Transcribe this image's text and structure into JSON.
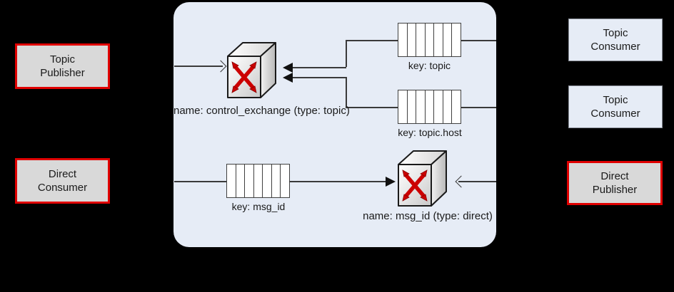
{
  "diagram": {
    "background_color": "#000000",
    "broker_panel": {
      "fill_color": "#e6ecf6"
    },
    "endpoints": [
      {
        "id": "topic-publisher",
        "line1": "Topic",
        "line2": "Publisher",
        "style": "red",
        "border_color": "#e00000",
        "fill_color": "#d9d9d9"
      },
      {
        "id": "direct-consumer",
        "line1": "Direct",
        "line2": "Consumer",
        "style": "red",
        "border_color": "#e00000",
        "fill_color": "#d9d9d9"
      },
      {
        "id": "topic-consumer-1",
        "line1": "Topic",
        "line2": "Consumer",
        "style": "plain",
        "border_color": "#8a8f99",
        "fill_color": "#e6ecf6"
      },
      {
        "id": "topic-consumer-2",
        "line1": "Topic",
        "line2": "Consumer",
        "style": "plain",
        "border_color": "#8a8f99",
        "fill_color": "#e6ecf6"
      },
      {
        "id": "direct-publisher",
        "line1": "Direct",
        "line2": "Publisher",
        "style": "red",
        "border_color": "#e00000",
        "fill_color": "#d9d9d9"
      }
    ],
    "queues": [
      {
        "id": "queue-topic",
        "label": "key: topic",
        "cells": 7
      },
      {
        "id": "queue-topic-host",
        "label": "key: topic.host",
        "cells": 7
      },
      {
        "id": "queue-msg-id",
        "label": "key: msg_id",
        "cells": 7
      }
    ],
    "exchanges": [
      {
        "id": "exchange-control",
        "name_line": "name: control_exchange",
        "type_line": "(type: topic)",
        "icon": "exchange-cube-icon",
        "arrow_color": "#cc0000"
      },
      {
        "id": "exchange-msgid",
        "name_line": "name: msg_id",
        "type_line": "(type: direct)",
        "icon": "exchange-cube-icon",
        "arrow_color": "#cc0000"
      }
    ]
  }
}
